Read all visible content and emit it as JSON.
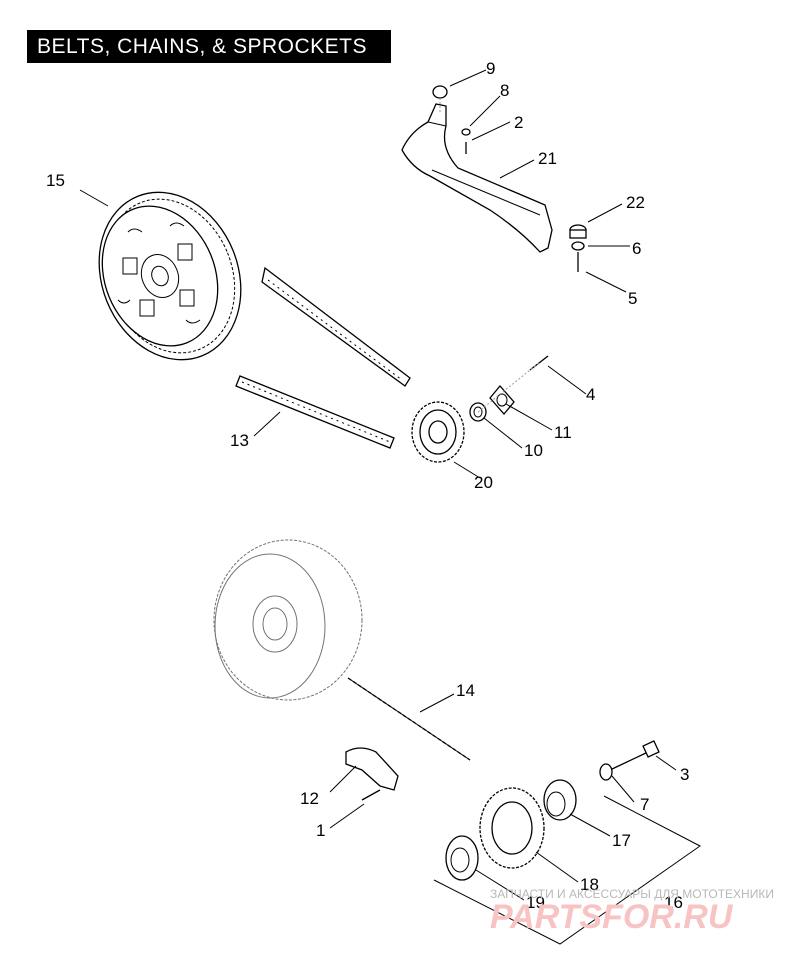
{
  "title": "BELTS, CHAINS, & SPROCKETS",
  "callouts": [
    {
      "id": "c1",
      "text": "1"
    },
    {
      "id": "c2",
      "text": "2"
    },
    {
      "id": "c3",
      "text": "3"
    },
    {
      "id": "c4",
      "text": "4"
    },
    {
      "id": "c5",
      "text": "5"
    },
    {
      "id": "c6",
      "text": "6"
    },
    {
      "id": "c7",
      "text": "7"
    },
    {
      "id": "c8",
      "text": "8"
    },
    {
      "id": "c9",
      "text": "9"
    },
    {
      "id": "c10",
      "text": "10"
    },
    {
      "id": "c11",
      "text": "11"
    },
    {
      "id": "c12",
      "text": "12"
    },
    {
      "id": "c13",
      "text": "13"
    },
    {
      "id": "c14",
      "text": "14"
    },
    {
      "id": "c15",
      "text": "15"
    },
    {
      "id": "c16",
      "text": "16"
    },
    {
      "id": "c17",
      "text": "17"
    },
    {
      "id": "c18",
      "text": "18"
    },
    {
      "id": "c19",
      "text": "19"
    },
    {
      "id": "c20",
      "text": "20"
    },
    {
      "id": "c21",
      "text": "21"
    },
    {
      "id": "c22",
      "text": "22"
    }
  ],
  "watermark": {
    "line1": "ЗАПЧАСТИ И АКСЕССУАРЫ ДЛЯ МОТОТЕХНИКИ",
    "line2": "PARTSFOR.RU"
  },
  "colors": {
    "ink": "#000000",
    "watermark": "#f7c3c3",
    "background": "#ffffff"
  }
}
